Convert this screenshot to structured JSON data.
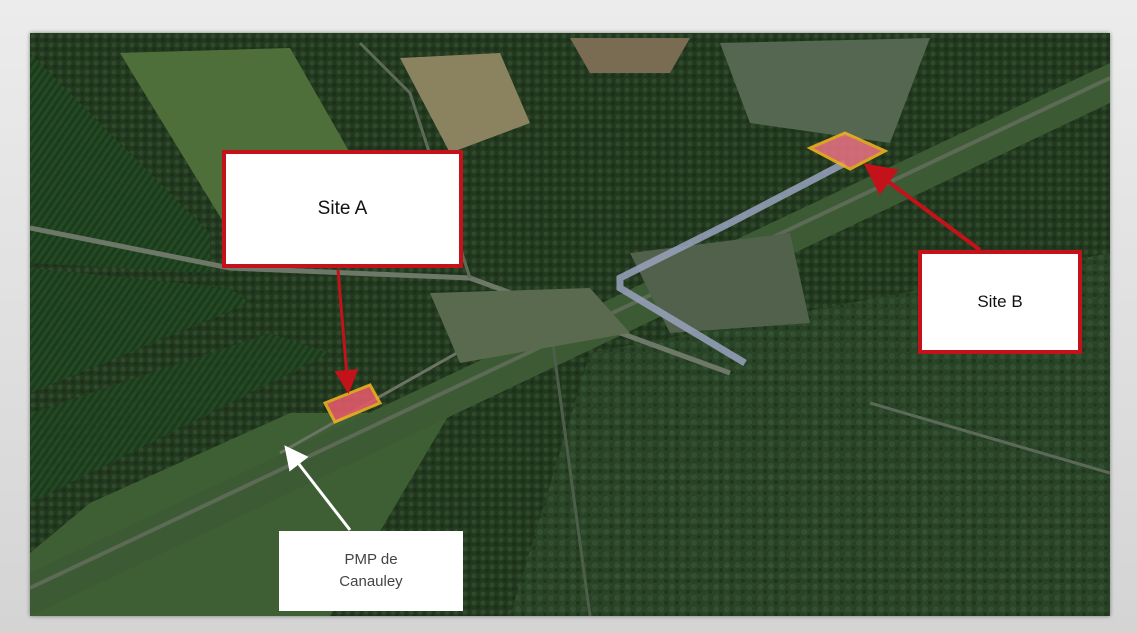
{
  "labels": {
    "site_a": "Site A",
    "site_b": "Site B",
    "pmp_line1": "PMP de",
    "pmp_line2": "Canauley"
  },
  "colors": {
    "annotation_red": "#c4121a",
    "site_outline": "#f0b020",
    "site_fill": "#e05a6a",
    "pmp_arrow": "#ffffff",
    "pipeline": "#9aa3c0"
  }
}
